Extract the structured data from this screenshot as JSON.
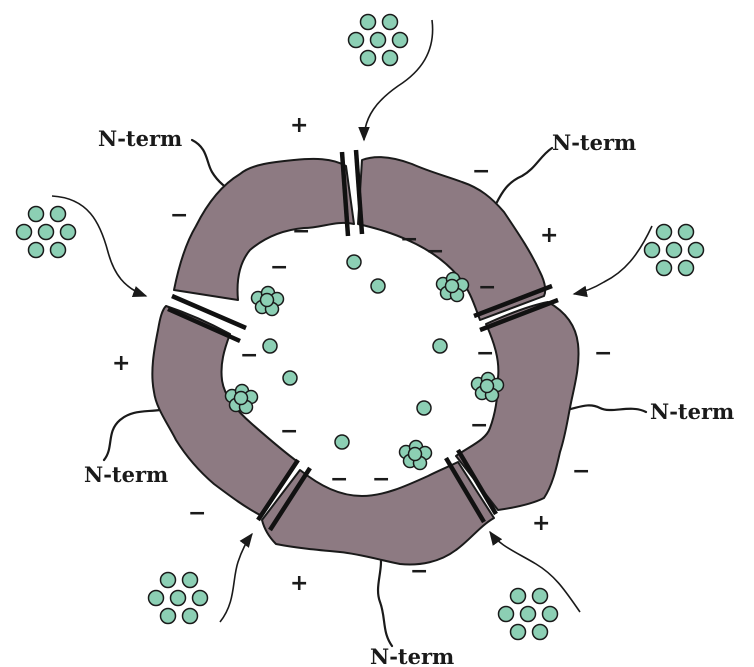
{
  "labels": {
    "n_term_1": "N-term",
    "n_term_2": "N-term",
    "n_term_3": "N-term",
    "n_term_4": "N-term",
    "n_term_5": "N-term"
  },
  "charges": {
    "plus": "+",
    "minus": "−"
  },
  "colors": {
    "subunit_fill": "#8d7a82",
    "ion_fill": "#8ccfb4",
    "outline": "#1a1a1a",
    "background": "#ffffff"
  },
  "icons": {
    "ion": "ion-circle",
    "channel_gap": "double-bar-channel-icon",
    "entry_arrow": "curved-arrow-icon"
  }
}
